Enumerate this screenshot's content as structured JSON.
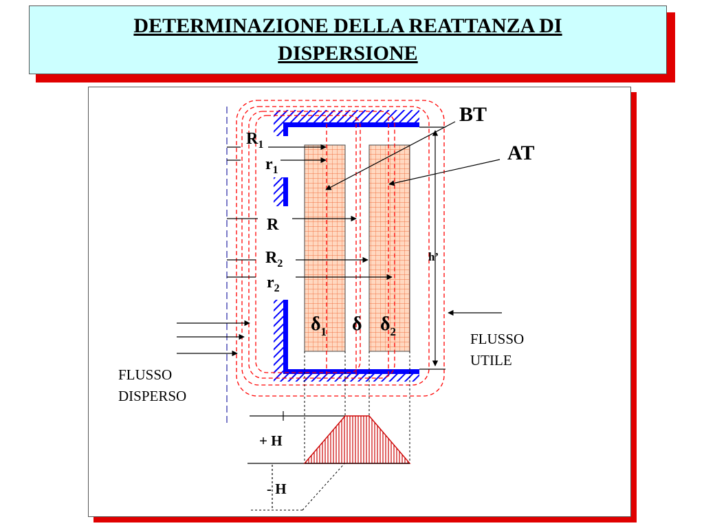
{
  "title": "DETERMINAZIONE DELLA REATTANZA DI\nDISPERSIONE",
  "labels": {
    "bt": "BT",
    "at": "AT",
    "r1_big": "R",
    "r1_big_sub": "1",
    "r1_small": "r",
    "r1_small_sub": "1",
    "r": "R",
    "r2_big": "R",
    "r2_big_sub": "2",
    "r2_small": "r",
    "r2_small_sub": "2",
    "h_prime": "h’",
    "delta": "δ",
    "delta1_sub": "1",
    "delta2_sub": "2",
    "flusso_utile_1": "FLUSSO",
    "flusso_utile_2": "UTILE",
    "flusso_disperso_1": "FLUSSO",
    "flusso_disperso_2": "DISPERSO",
    "plus_h": "+ H",
    "minus_h": "- H"
  },
  "colors": {
    "title_bg": "#ccffff",
    "shadow": "#e00000",
    "core_blue": "#0000ff",
    "flux_red": "#ff0000",
    "winding_fill": "#ffd8c0",
    "winding_grid": "#f07040",
    "axis_blue": "#3333aa"
  }
}
